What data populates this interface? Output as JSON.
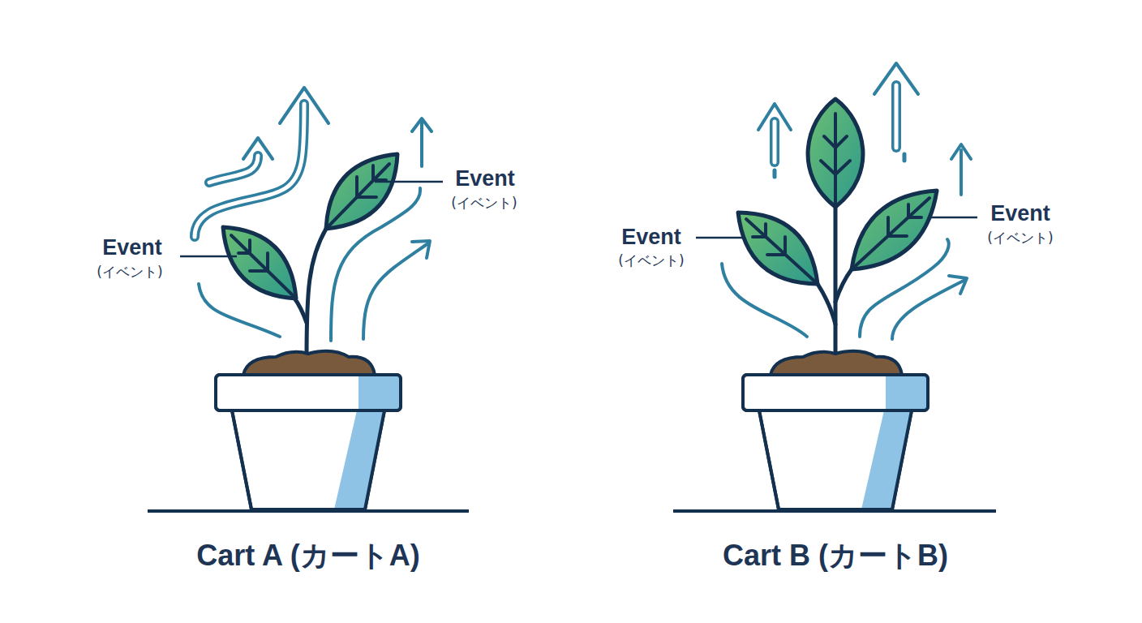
{
  "diagram": {
    "labels": [
      "Event",
      "(イベント)",
      "Event",
      "(イベント)",
      "Event",
      "(イベント)",
      "Event",
      "(イベント)",
      "Cart A (カートA)",
      "Cart B (カートB)"
    ]
  }
}
